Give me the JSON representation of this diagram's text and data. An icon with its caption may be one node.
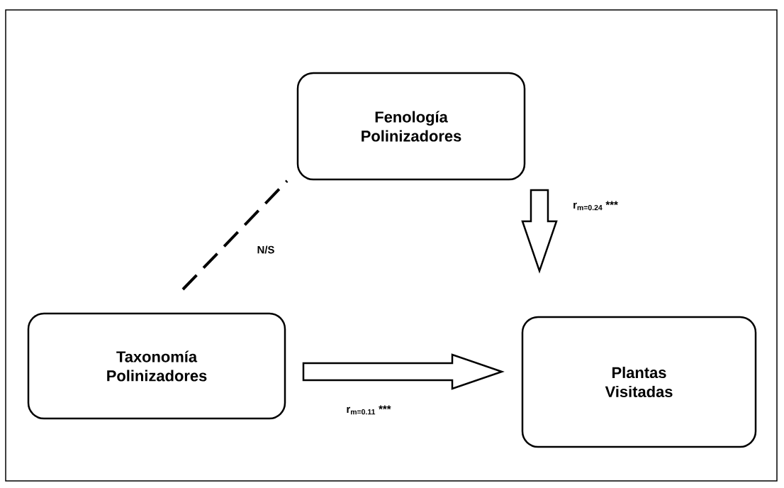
{
  "diagram": {
    "nodes": [
      {
        "text": [
          "Fenología Polinizadores"
        ]
      },
      {
        "text": [
          "Taxonomía Polinizadores"
        ]
      },
      {
        "text": [
          "Plantas Visitadas"
        ]
      }
    ],
    "edges": [
      {
        "from": 0,
        "to": 2,
        "arrow": "to",
        "label": "r$_{m=0.24}$ ***"
      },
      {
        "from": 1,
        "to": 2,
        "arrow": "to",
        "label": "r$_{m=0.11}$ ***"
      },
      {
        "from": 1,
        "to": 0,
        "arrow": "none",
        "label": "N/S",
        "style": "dashed"
      }
    ]
  }
}
